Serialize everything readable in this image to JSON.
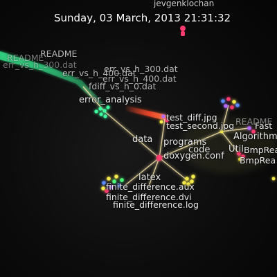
{
  "header": {
    "timestamp": "Sunday, 03 March, 2013 21:31:32"
  },
  "user": {
    "name": "jevgenklochan"
  },
  "directories": {
    "root": "doxygen.conf",
    "data": "data",
    "programs": "programs",
    "code": "code",
    "latex": "latex",
    "error_analysis": "error_analysis",
    "util": "Util",
    "algorithms": "Algorithms"
  },
  "files": {
    "readme": "README",
    "err_dat_1": "err_vs_h_300.dat",
    "err_dat_2": "err_vs_h_400.dat",
    "fdiff_dat": "fdiff_vs_h_0.dat",
    "test_diff_jpg": "test_diff.jpg",
    "test_second_jpg": "test_second.jpg",
    "finite_aux": "finite_difference.aux",
    "finite_dvi": "finite_difference.dvi",
    "finite_log": "finite_difference.log",
    "fast": "Fast",
    "bmp_1": "BmpRea",
    "bmp_2": "BmpRea"
  },
  "colors": {
    "background": "#0c0c0c",
    "edge": "#f3e2a8",
    "beam_green": "#3cff9c",
    "beam_red": "#ff4a2a",
    "node_pink": "#ff3b70",
    "node_yellow": "#f6e94c",
    "node_blue": "#5a8cff",
    "node_green": "#4cff7a",
    "node_purple": "#b46bff"
  }
}
